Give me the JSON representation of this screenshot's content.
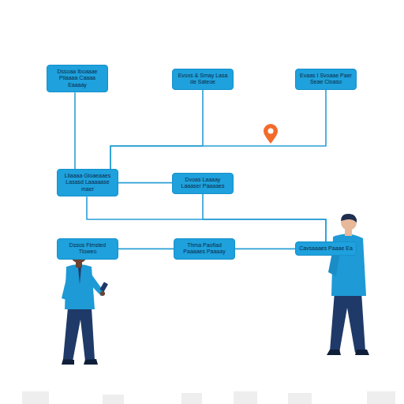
{
  "diagram": {
    "nodes": [
      {
        "text": [
          "Dssoaa Iboaaae Pilaaaa Caaaa Eaaaay"
        ]
      },
      {
        "text": [
          "Evoxs & Smay Lasa de Sateoe"
        ]
      },
      {
        "text": [
          "Evaas I Svoaae Paer Seae Cloaso"
        ]
      },
      {
        "text": [
          "Lliaaaa Gloaeaaes Lasasd Laaaaase maer"
        ]
      },
      {
        "text": [
          "Dvoas Laaaay Laaaser Paaaaes"
        ]
      },
      {
        "text": [
          "Dssos Flmsted Tloweo"
        ]
      },
      {
        "text": [
          "Thma Paofiad Paaaaes Paaaay"
        ]
      },
      {
        "text": [
          "Cavsaaaes Paaae Ea"
        ]
      }
    ],
    "edges": [
      {
        "from": 0,
        "to": 3,
        "arrow": "none"
      },
      {
        "from": 1,
        "to": 3,
        "arrow": "none"
      },
      {
        "from": 2,
        "to": 3,
        "arrow": "none"
      },
      {
        "from": 3,
        "to": 4,
        "arrow": "none"
      },
      {
        "from": 3,
        "to": 7,
        "arrow": "none"
      },
      {
        "from": 4,
        "to": 7,
        "arrow": "none"
      },
      {
        "from": 5,
        "to": 6,
        "arrow": "none"
      },
      {
        "from": 6,
        "to": 7,
        "arrow": "none"
      }
    ]
  }
}
